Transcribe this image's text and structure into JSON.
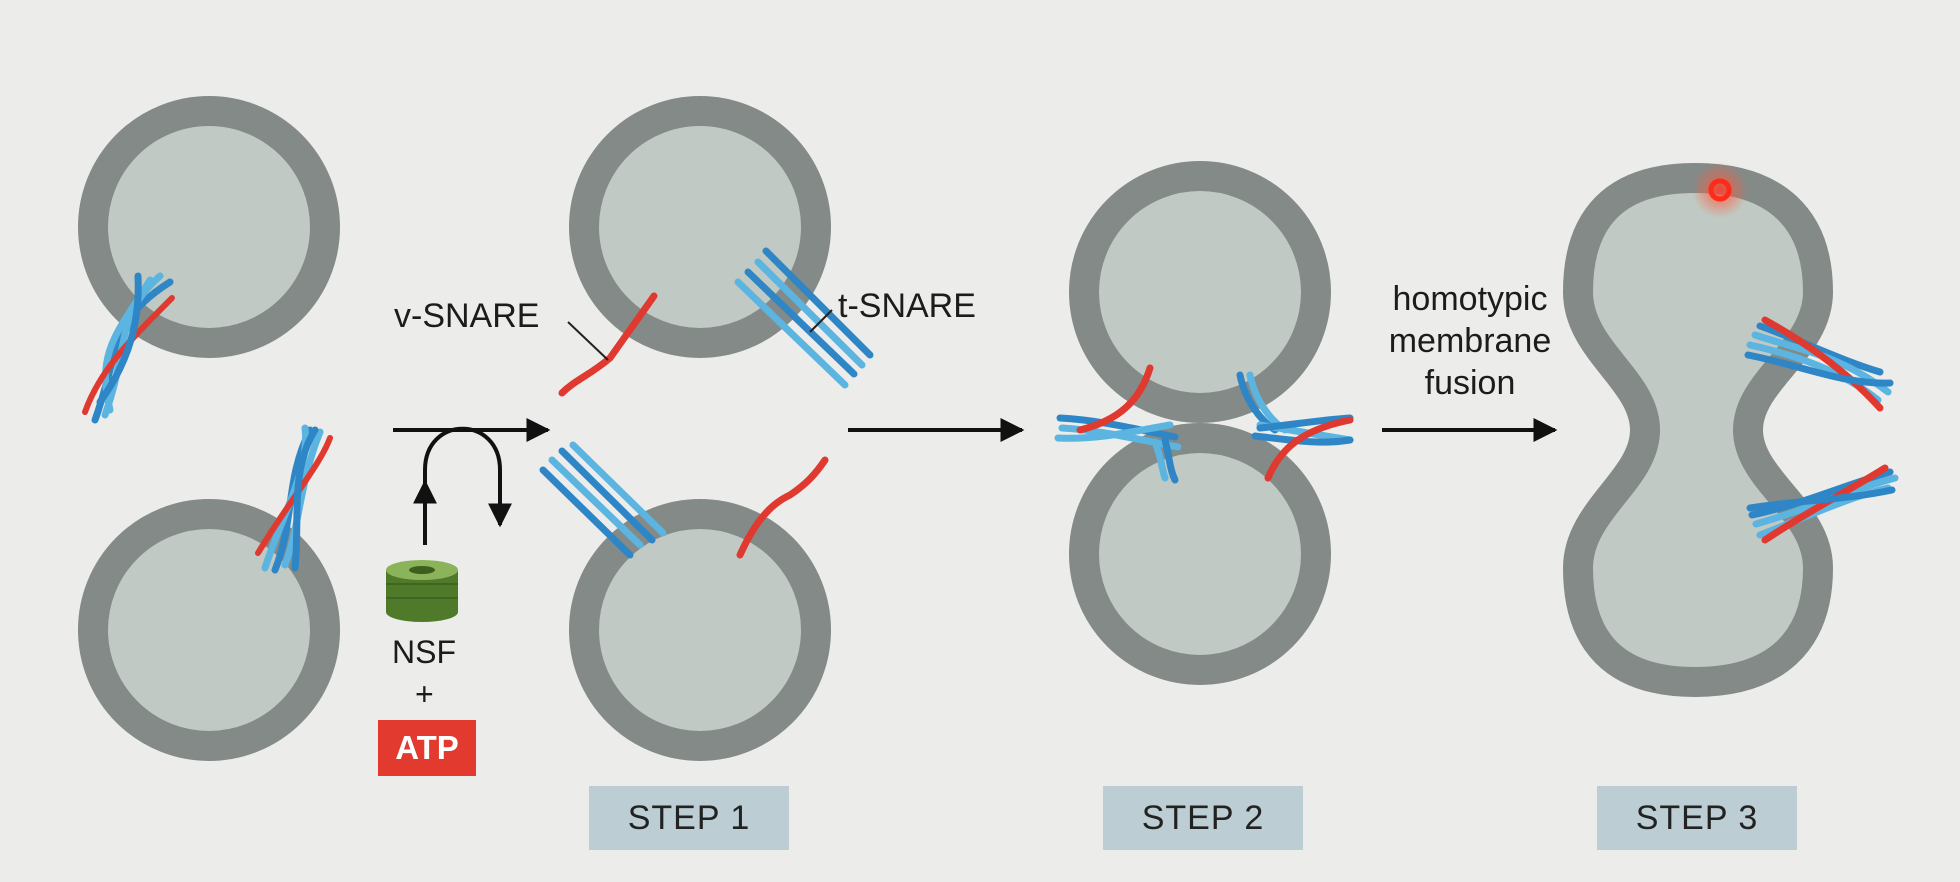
{
  "labels": {
    "v_snare": "v-SNARE",
    "t_snare": "t-SNARE",
    "nsf": "NSF",
    "plus": "+",
    "atp": "ATP",
    "fusion_line1": "homotypic",
    "fusion_line2": "membrane",
    "fusion_line3": "fusion"
  },
  "steps": [
    "STEP 1",
    "STEP 2",
    "STEP 3"
  ],
  "colors": {
    "background": "#ececea",
    "membrane": "#838a87",
    "lumen": "#c0c9c3",
    "v_snare": "#e0392f",
    "t_snare_dark": "#2f86c6",
    "t_snare_light": "#5cb4e0",
    "nsf": "#6f9a3e",
    "atp_box": "#e23a2e",
    "step_box": "#bccdd3"
  },
  "icons": {
    "nsf": "nsf-ring-icon",
    "cycle": "curved-cycle-arrow-icon",
    "fusion_pore": "fusion-pore-dot-icon"
  }
}
